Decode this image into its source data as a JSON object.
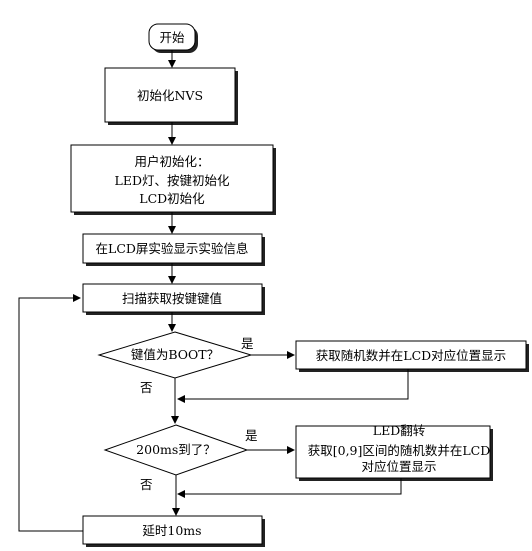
{
  "nodes": {
    "start": "开始",
    "init_nvs": "初始化NVS",
    "user_init": [
      "用户初始化：",
      "LED灯、按键初始化",
      "LCD初始化"
    ],
    "show_info": "在LCD屏实验显示实验信息",
    "scan_keys": "扫描获取按键键值",
    "is_boot": "键值为BOOT？",
    "random_show": "获取随机数并在LCD对应位置显示",
    "is_200ms": "200ms到了？",
    "led_random": [
      "LED翻转",
      "获取[0,9]区间的随机数并在LCD",
      "对应位置显示"
    ],
    "delay": "延时10ms"
  },
  "edges": {
    "boot_yes": "是",
    "boot_no": "否",
    "ms_yes": "是",
    "ms_no": "否"
  }
}
